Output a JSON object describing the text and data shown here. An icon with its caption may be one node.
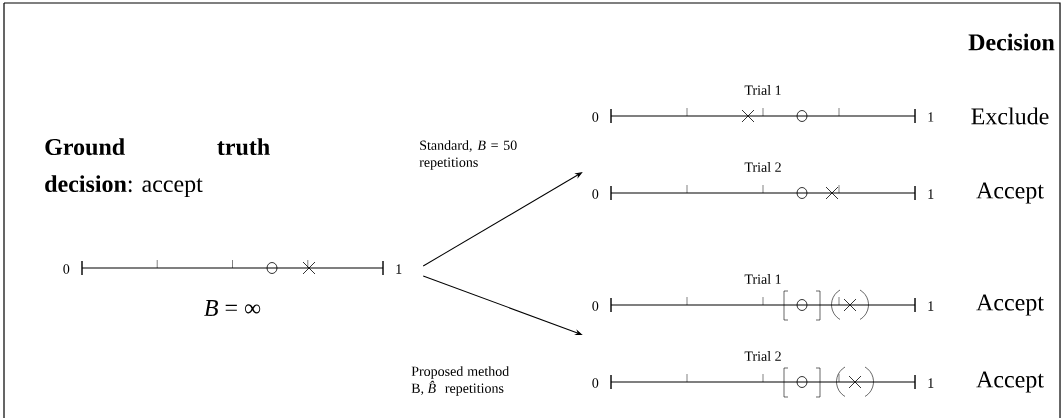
{
  "diagram": {
    "nodes": [
      {
        "text": [],
        "shape": "bar",
        "beside": [
          "0",
          "1",
          "*B* = ∞"
        ]
      },
      {
        "text": [],
        "shape": "bar",
        "beside": [
          "Trial 1",
          "0",
          "1",
          "Exclude"
        ]
      },
      {
        "text": [],
        "shape": "bar",
        "beside": [
          "Trial 2",
          "0",
          "1",
          "Accept"
        ]
      },
      {
        "text": [],
        "shape": "bar",
        "beside": [
          "Trial 1",
          "0",
          "1",
          "Accept"
        ]
      },
      {
        "text": [],
        "shape": "bar",
        "beside": [
          "Trial 2",
          "0",
          "1",
          "Accept"
        ]
      }
    ],
    "edges": [
      {
        "from": 0,
        "to": 2,
        "arrow": "to",
        "label": "Standard, *B* = 50 repetitions"
      },
      {
        "from": 0,
        "to": 3,
        "arrow": "to",
        "label": "Proposed method B, *B̂* repetitions"
      }
    ],
    "labels": [
      "Decision",
      "**Ground truth decision**: accept"
    ]
  }
}
